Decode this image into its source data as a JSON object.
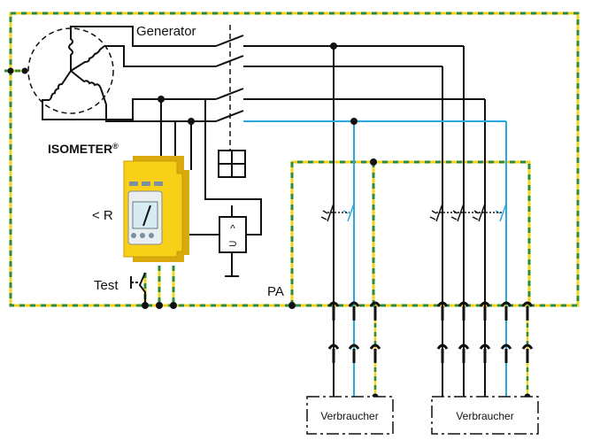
{
  "labels": {
    "generator": "Generator",
    "isometer": "ISOMETER",
    "isometer_reg": "®",
    "less_r": "< R",
    "test": "Test",
    "pa": "PA",
    "consumer_1": "Verbraucher",
    "consumer_2": "Verbraucher"
  },
  "colors": {
    "phase": "#1a1a1a",
    "neutral": "#29a8e0",
    "pe_yellow": "#f2d21b",
    "pe_green": "#2f8a3a",
    "device_body": "#f7d117",
    "device_shadow": "#d9a90f",
    "display": "#d7ecf2"
  },
  "icons": {
    "generator_symbol": "three-phase-generator-icon",
    "switch_symbol": "circuit-breaker-icon",
    "coupling_box": "coupling-device-icon",
    "fuse": "fuse-icon",
    "test_button": "test-button-icon"
  }
}
